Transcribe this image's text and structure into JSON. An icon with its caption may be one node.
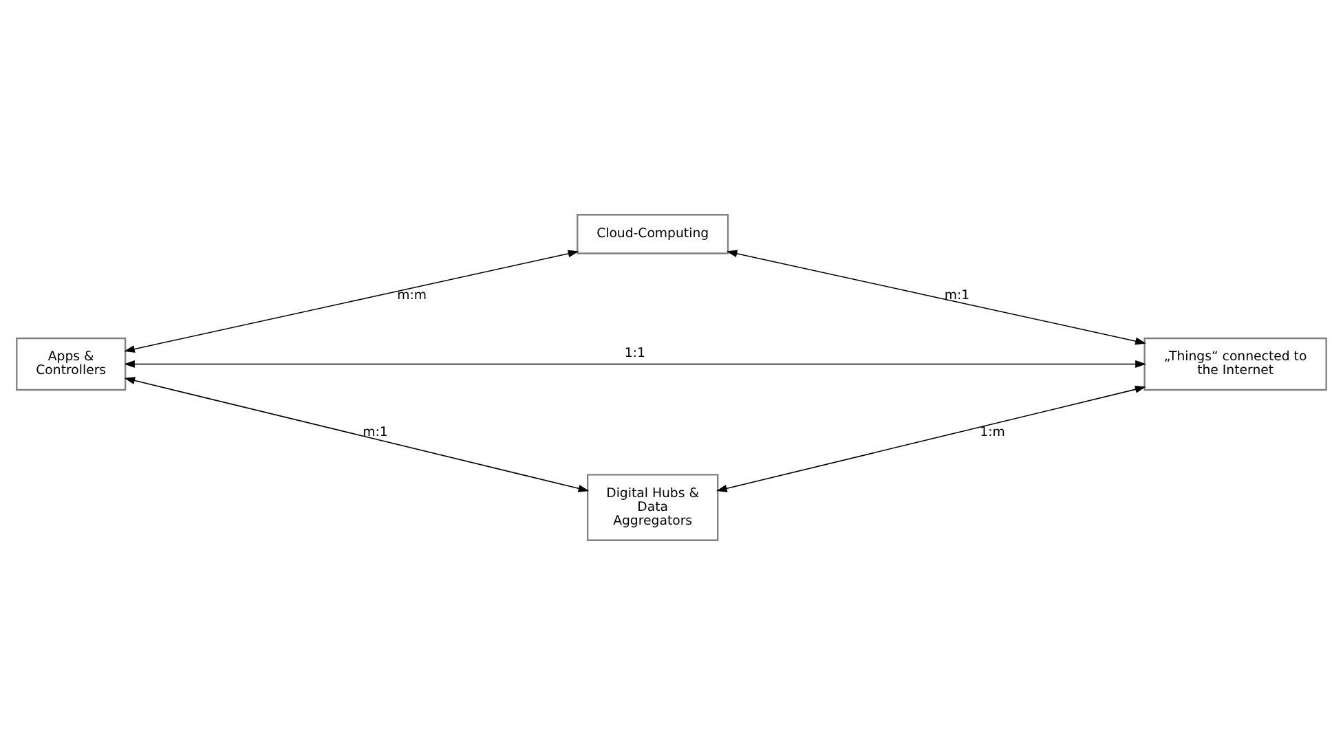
{
  "diagram": {
    "nodes": [
      {
        "text": [
          "Cloud-Computing"
        ]
      },
      {
        "text": [
          "Apps & Controllers"
        ]
      },
      {
        "text": [
          "„Things“ connected to the Internet"
        ]
      },
      {
        "text": [
          "Digital Hubs & Data Aggregators"
        ]
      }
    ],
    "edges": [
      {
        "from": 0,
        "to": 1,
        "arrow": "both",
        "label": "m:m"
      },
      {
        "from": 0,
        "to": 2,
        "arrow": "both",
        "label": "m:1"
      },
      {
        "from": 1,
        "to": 2,
        "arrow": "both",
        "label": "1:1"
      },
      {
        "from": 1,
        "to": 3,
        "arrow": "both",
        "label": "m:1"
      },
      {
        "from": 2,
        "to": 3,
        "arrow": "both",
        "label": "1:m"
      }
    ]
  }
}
